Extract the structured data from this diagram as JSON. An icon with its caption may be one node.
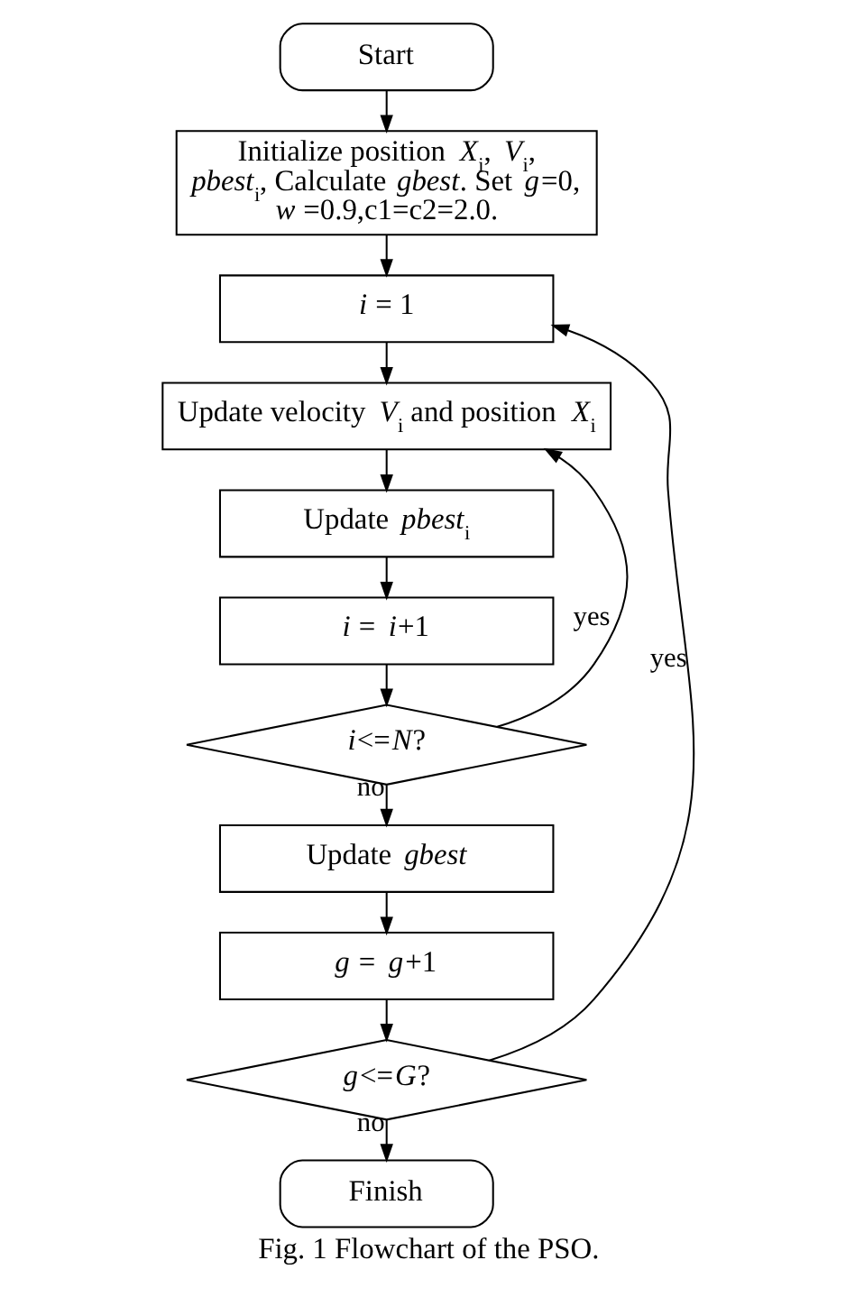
{
  "diagram": {
    "caption": "Fig. 1 Flowchart of the PSO.",
    "nodes": [
      {
        "text": [
          "Start"
        ]
      },
      {
        "text": [
          "Initialize position *X*$_{i}$, *V*$_{i}$, *pbest*$_{i}$, Calculate *gbest*. Set *g*=0, *w* =0.9,c1=c2=2.0."
        ]
      },
      {
        "text": [
          "*i* = 1"
        ]
      },
      {
        "text": [
          "Update velocity *V*$_{i}$ and position *X*$_{i}$"
        ]
      },
      {
        "text": [
          "Update *pbest*$_{i}$"
        ]
      },
      {
        "text": [
          "*i* = *i*+1"
        ]
      },
      {
        "text": [
          "*i*<=*N*?"
        ]
      },
      {
        "text": [
          "Update *gbest*"
        ]
      },
      {
        "text": [
          "*g* = *g*+1"
        ]
      },
      {
        "text": [
          "*g*<=*G*?"
        ]
      },
      {
        "text": [
          "Finish"
        ]
      }
    ],
    "edges": [
      {
        "from": 0,
        "to": 1,
        "arrow": "to"
      },
      {
        "from": 1,
        "to": 2,
        "arrow": "to"
      },
      {
        "from": 2,
        "to": 3,
        "arrow": "to"
      },
      {
        "from": 3,
        "to": 4,
        "arrow": "to"
      },
      {
        "from": 4,
        "to": 5,
        "arrow": "to"
      },
      {
        "from": 5,
        "to": 6,
        "arrow": "to"
      },
      {
        "from": 6,
        "to": 3,
        "arrow": "to",
        "label": "yes"
      },
      {
        "from": 6,
        "to": 7,
        "arrow": "to",
        "label": "no"
      },
      {
        "from": 7,
        "to": 8,
        "arrow": "to"
      },
      {
        "from": 8,
        "to": 9,
        "arrow": "to"
      },
      {
        "from": 9,
        "to": 2,
        "arrow": "to",
        "label": "yes"
      },
      {
        "from": 9,
        "to": 10,
        "arrow": "to",
        "label": "no"
      }
    ]
  }
}
